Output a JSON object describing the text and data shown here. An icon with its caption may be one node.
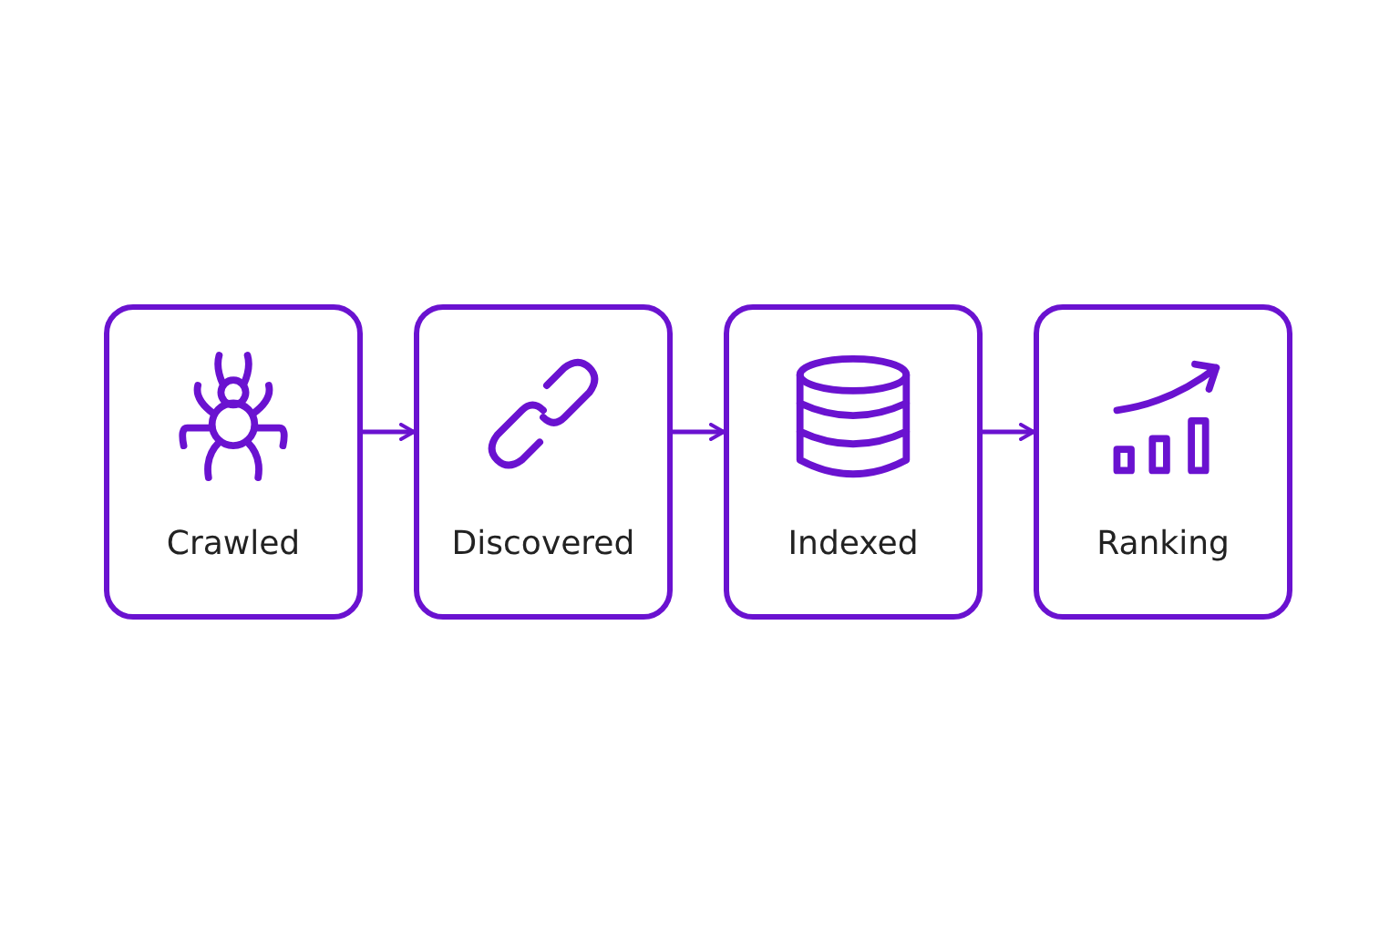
{
  "diagram": {
    "nodes": [
      {
        "text": [
          "Crawled"
        ]
      },
      {
        "text": [
          "Discovered"
        ]
      },
      {
        "text": [
          "Indexed"
        ]
      },
      {
        "text": [
          "Ranking"
        ]
      }
    ],
    "edges": [
      {
        "from": 0,
        "to": 1,
        "arrow": "to"
      },
      {
        "from": 1,
        "to": 2,
        "arrow": "to"
      },
      {
        "from": 2,
        "to": 3,
        "arrow": "to"
      }
    ]
  }
}
